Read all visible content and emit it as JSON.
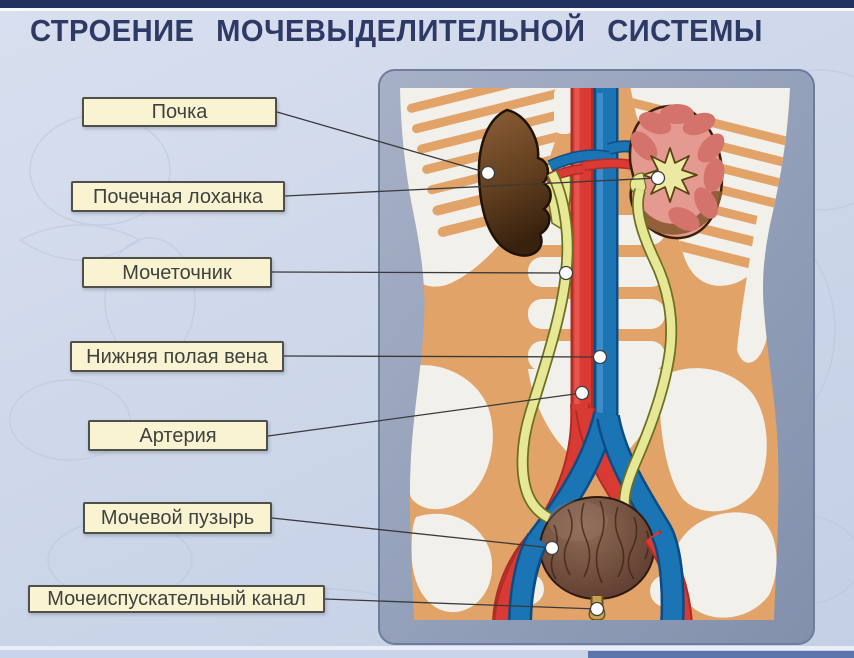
{
  "title": "СТРОЕНИЕ  МОЧЕВЫДЕЛИТЕЛЬНОЙ  СИСТЕМЫ",
  "labels": [
    {
      "id": "kidney",
      "text": "Почка"
    },
    {
      "id": "renal-pelvis",
      "text": "Почечная лоханка"
    },
    {
      "id": "ureter",
      "text": "Мочеточник"
    },
    {
      "id": "inferior-vena-cava",
      "text": "Нижняя полая вена"
    },
    {
      "id": "artery",
      "text": "Артерия"
    },
    {
      "id": "bladder",
      "text": "Мочевой пузырь"
    },
    {
      "id": "urethra",
      "text": "Мочеиспускательный канал"
    }
  ],
  "colors": {
    "background": "#ccd6e9",
    "top_bar": "#223260",
    "title_text": "#2e3a66",
    "label_bg": "#faf3d2",
    "label_border": "#50504a",
    "label_text": "#3d423d",
    "pointer_line": "#3a3a3a",
    "marker": "#ffffff",
    "frame": "#97a4bc",
    "skin": "#e2a368",
    "bone": "#f1f0ea",
    "artery": "#da3a34",
    "vein": "#1b74b4",
    "ureter": "#e6e896",
    "kidney": "#5d3b1e",
    "cortex": "#e49a90",
    "pyramid": "#d4736b",
    "pelvis_yellow": "#ece9a2",
    "bladder": "#6b4838",
    "footer_bar": "#5b76ac"
  }
}
